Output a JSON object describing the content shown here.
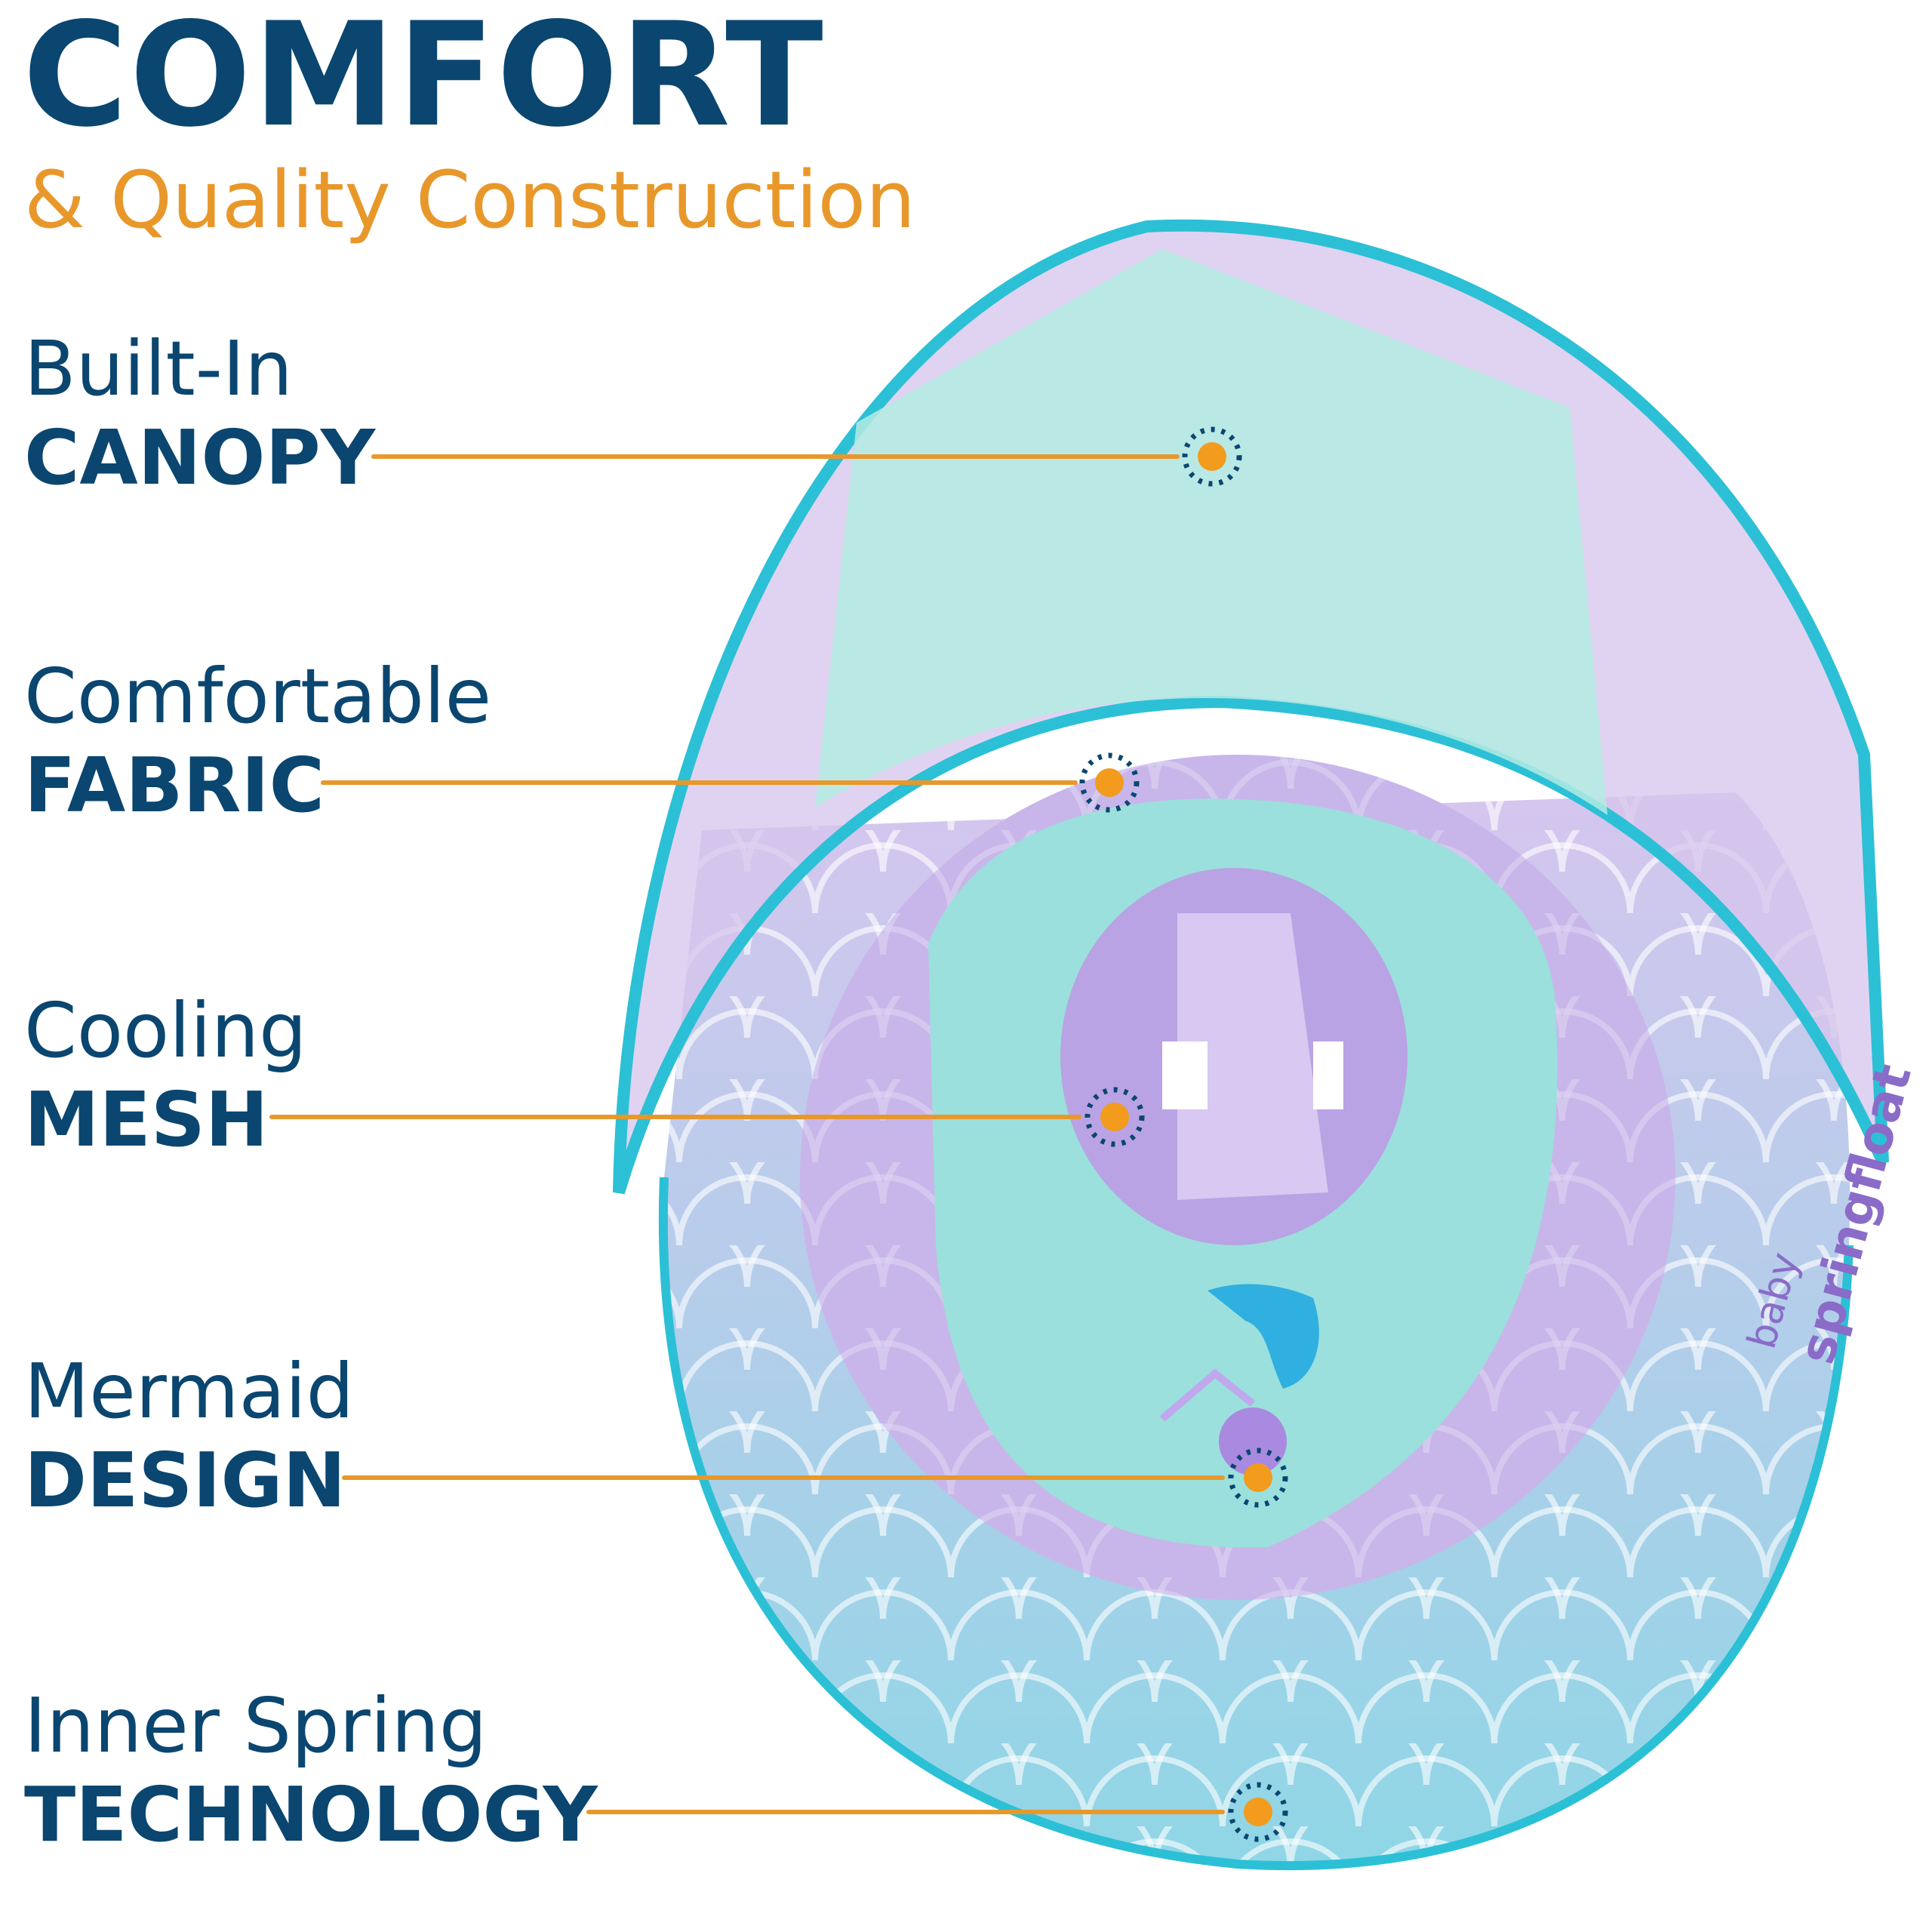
{
  "header": {
    "title": "COMFORT",
    "subtitle": "& Quality Construction"
  },
  "features": [
    {
      "line1": "Built-In",
      "line2": "CANOPY"
    },
    {
      "line1": "Comfortable",
      "line2": "FABRIC"
    },
    {
      "line1": "Cooling",
      "line2": "MESH"
    },
    {
      "line1": "Mermaid",
      "line2": "DESIGN"
    },
    {
      "line1": "Inner Spring",
      "line2": "TECHNOLOGY"
    }
  ],
  "product": {
    "brand_logo": "baby springfloat"
  },
  "colors": {
    "navy": "#0a4670",
    "orange": "#e8982a",
    "teal": "#2cc0d6",
    "lavender": "#c9b8e8",
    "aqua": "#9ee0df"
  }
}
